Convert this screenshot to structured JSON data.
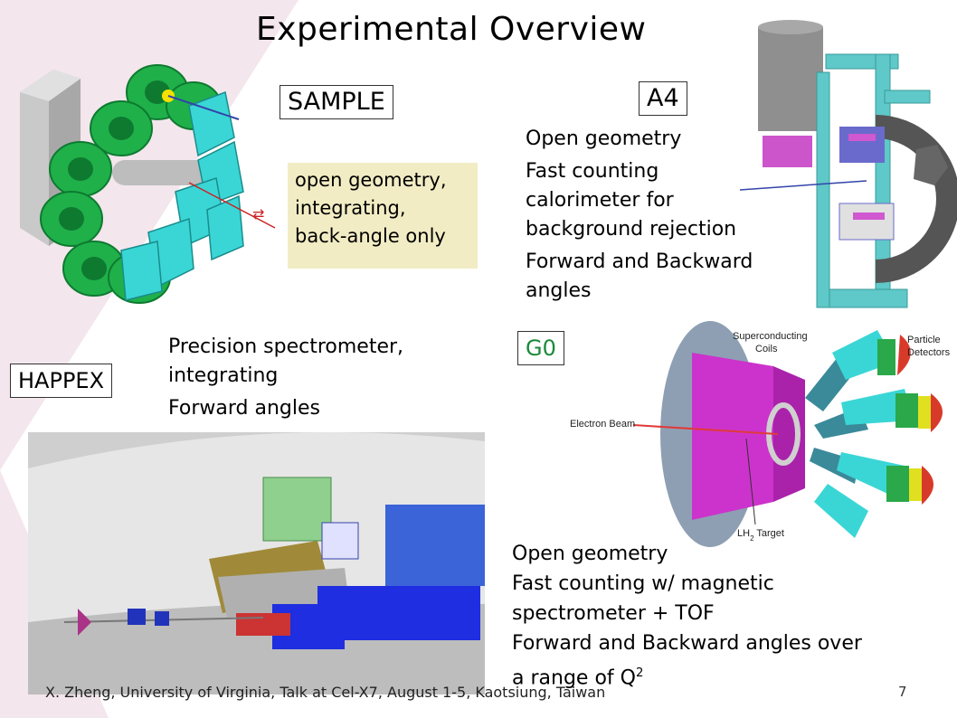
{
  "title": "Experimental Overview",
  "sample": {
    "label": "SAMPLE",
    "notes": [
      "open geometry,",
      "integrating,",
      "back-angle only"
    ]
  },
  "a4": {
    "label": "A4",
    "lines": [
      "Open geometry",
      "Fast counting",
      "calorimeter for",
      "background rejection",
      "Forward and Backward",
      "angles"
    ]
  },
  "happex": {
    "label": "HAPPEX",
    "lines": [
      "Precision spectrometer,",
      "integrating",
      "Forward angles"
    ]
  },
  "g0": {
    "label": "G0",
    "figure_labels": {
      "coils_1": "Superconducting",
      "coils_2": "Coils",
      "detectors_1": "Particle",
      "detectors_2": "Detectors",
      "beam": "Electron Beam",
      "target_prefix": "LH",
      "target_sub": "2",
      "target_suffix": " Target"
    },
    "lines": [
      "Open geometry",
      "Fast counting w/ magnetic",
      "spectrometer + TOF",
      "Forward and Backward angles over"
    ],
    "last_line_prefix": "a range of Q",
    "last_line_sup": "2"
  },
  "footer": "X. Zheng, University of Virginia,   Talk at Cel-X7, August 1-5, Kaotsiung, Taiwan",
  "page_number": "7",
  "colors": {
    "coil_green": "#1fb04a",
    "detector_cyan": "#3ad6d6",
    "magnet_magenta": "#cc33cc",
    "hall_blue": "#1e2ee0",
    "frame_teal": "#5fc8c8"
  }
}
